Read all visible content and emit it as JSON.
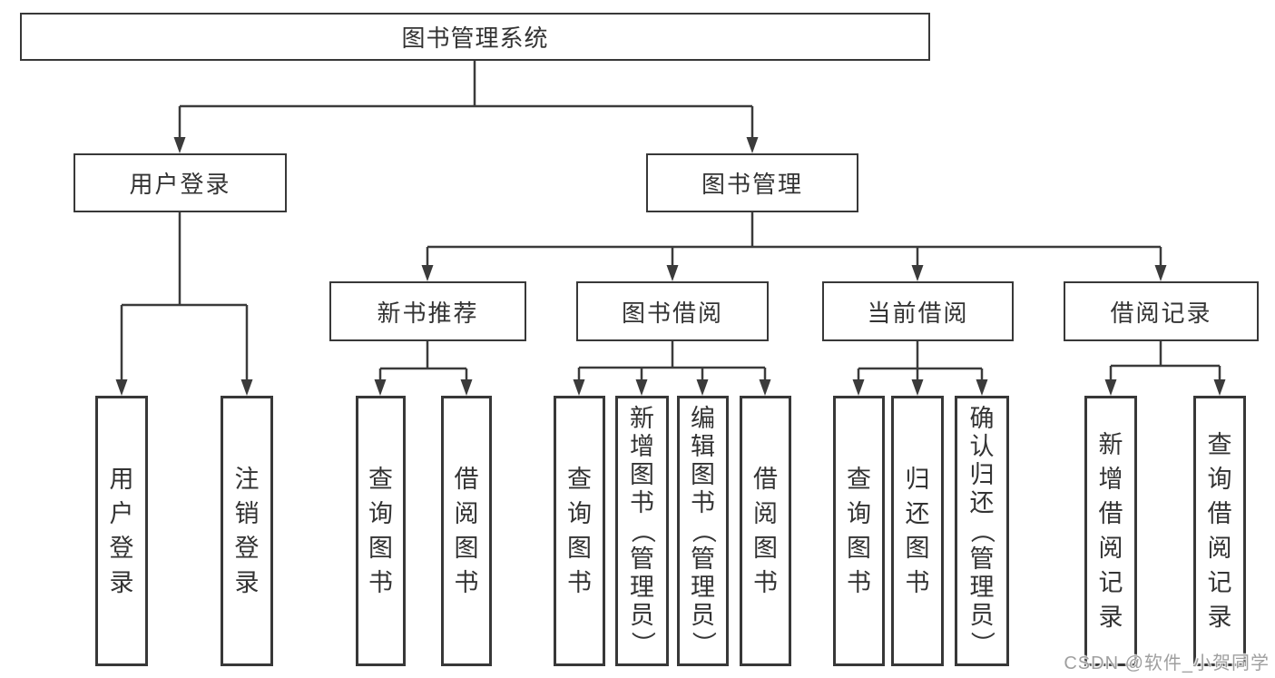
{
  "tree": {
    "root": {
      "label": "图书管理系统",
      "children": [
        {
          "label": "用户登录",
          "children": [
            {
              "label": "用户登录"
            },
            {
              "label": "注销登录"
            }
          ]
        },
        {
          "label": "图书管理",
          "children": [
            {
              "label": "新书推荐",
              "children": [
                {
                  "label": "查询图书"
                },
                {
                  "label": "借阅图书"
                }
              ]
            },
            {
              "label": "图书借阅",
              "children": [
                {
                  "label": "查询图书"
                },
                {
                  "label": "新增图书（管理员）"
                },
                {
                  "label": "编辑图书（管理员）"
                },
                {
                  "label": "借阅图书"
                }
              ]
            },
            {
              "label": "当前借阅",
              "children": [
                {
                  "label": "查询图书"
                },
                {
                  "label": "归还图书"
                },
                {
                  "label": "确认归还（管理员）"
                }
              ]
            },
            {
              "label": "借阅记录",
              "children": [
                {
                  "label": "新增借阅记录"
                },
                {
                  "label": "查询借阅记录"
                }
              ]
            }
          ]
        }
      ]
    }
  },
  "watermark": "CSDN @软件_小贺同学",
  "colors": {
    "line": "#3b3b3b",
    "box_border": "#383838",
    "text": "#333333",
    "background": "#ffffff",
    "watermark_text": "#9f9f9f"
  }
}
